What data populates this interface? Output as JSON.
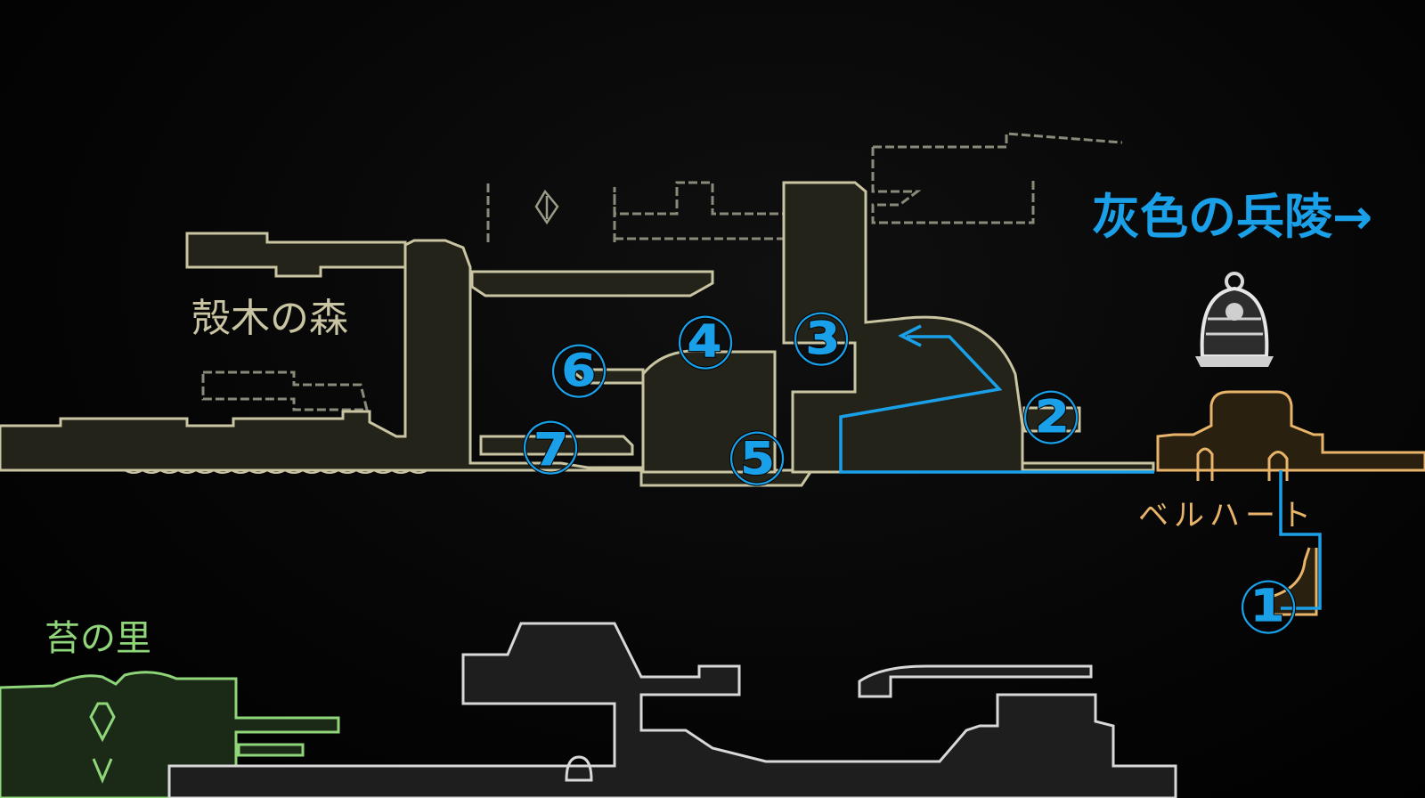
{
  "areas": {
    "forest": {
      "label": "殻木の森",
      "color": "#c9c4a2"
    },
    "village": {
      "label": "苔の里",
      "color": "#8fd67a"
    },
    "bellhart": {
      "label": "ベルハート",
      "color": "#e8b46a"
    }
  },
  "destination": {
    "label": "灰色の兵陵→",
    "color": "#1aa0e8"
  },
  "markers": [
    {
      "label": "①"
    },
    {
      "label": "②"
    },
    {
      "label": "③"
    },
    {
      "label": "④"
    },
    {
      "label": "⑤"
    },
    {
      "label": "⑥"
    },
    {
      "label": "⑦"
    }
  ],
  "colors": {
    "forest_outline": "#c9c4a2",
    "forest_fill": "#23231a",
    "bellhart_outline": "#e8b46a",
    "bellhart_fill": "#2a2010",
    "moss_outline": "#8fd67a",
    "moss_fill": "#1b2a16",
    "lower_outline": "#d8d8d8",
    "lower_fill": "#1e1e1e",
    "route": "#1aa0e8",
    "bell_icon": "#cfcfcf"
  },
  "icons": {
    "bell": "bell-icon",
    "pin": "map-pin-icon",
    "arrow": "route-arrow-icon"
  }
}
